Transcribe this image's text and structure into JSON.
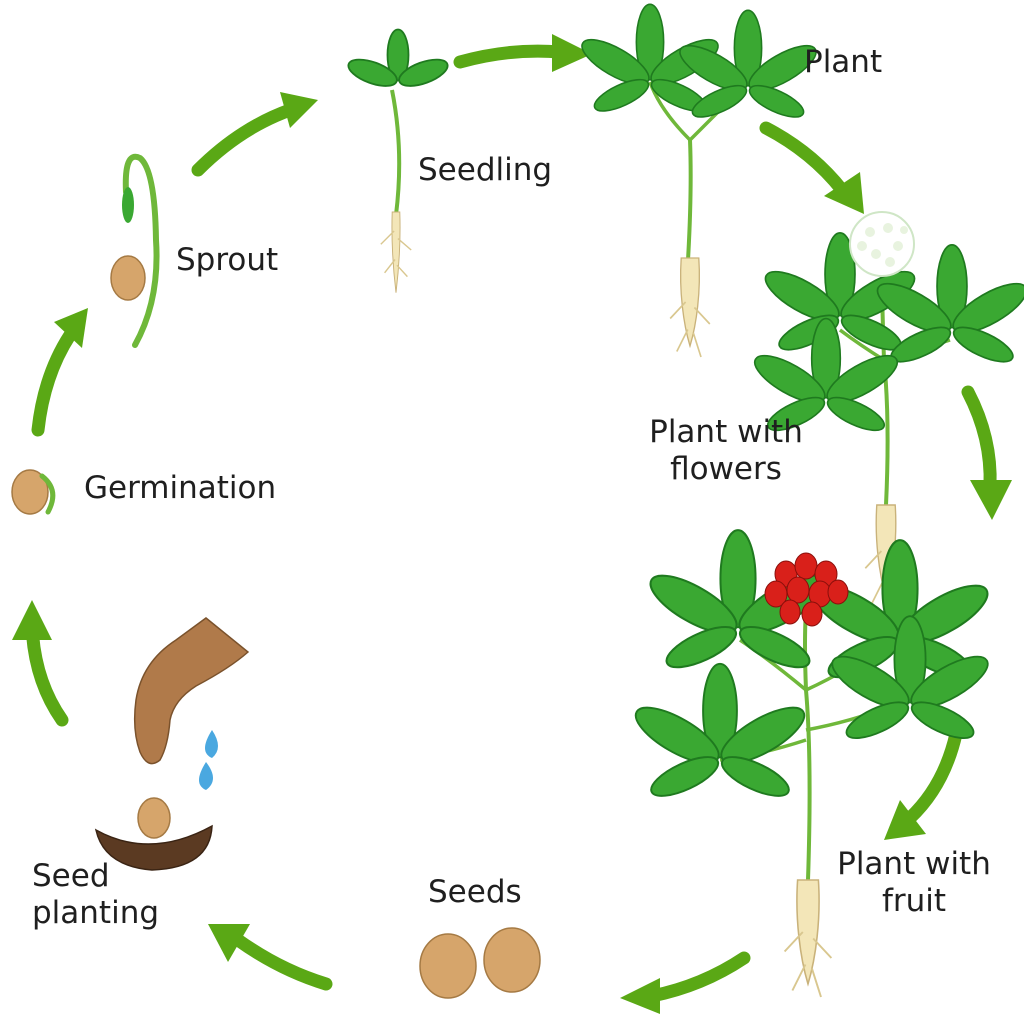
{
  "stages": {
    "seedling": "Seedling",
    "plant": "Plant",
    "sprout": "Sprout",
    "flowers_line1": "Plant with",
    "flowers_line2": "flowers",
    "germination": "Germination",
    "fruit_line1": "Plant with",
    "fruit_line2": "fruit",
    "seeds": "Seeds",
    "planting_line1": "Seed",
    "planting_line2": "planting"
  },
  "colors": {
    "arrow": "#5aa815",
    "leaf": "#3aa832",
    "leaf_dark": "#1f7a1f",
    "stem": "#6fb83a",
    "root": "#f3e6b8",
    "seed": "#d6a56b",
    "berry": "#d9201a",
    "flower": "#ffffff",
    "soil": "#5b3a22",
    "water": "#4aa8e0",
    "hand": "#b07a4a"
  },
  "icons": [
    "cycle-arrow-icon",
    "seed-icon",
    "leaf-icon",
    "root-icon",
    "flower-cluster-icon",
    "berry-cluster-icon",
    "hand-icon",
    "water-drop-icon",
    "soil-icon"
  ]
}
